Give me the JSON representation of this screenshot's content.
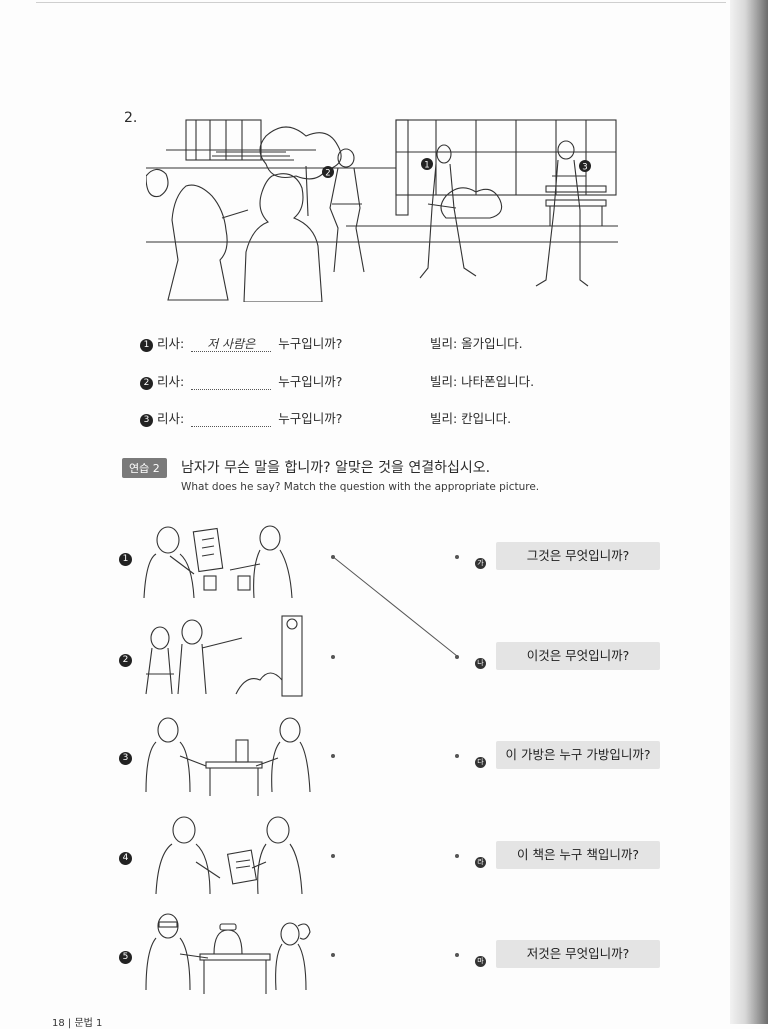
{
  "exercise_number": "2.",
  "dialogue": [
    {
      "num": "1",
      "speaker": "리사:",
      "blank": "저 사람은",
      "question": "누구입니까?",
      "answer": "빌리: 올가입니다."
    },
    {
      "num": "2",
      "speaker": "리사:",
      "blank": "",
      "question": "누구입니까?",
      "answer": "빌리: 나타폰입니다."
    },
    {
      "num": "3",
      "speaker": "리사:",
      "blank": "",
      "question": "누구입니까?",
      "answer": "빌리: 칸입니다."
    }
  ],
  "practice": {
    "tag": "연습 2",
    "title_ko": "남자가 무슨 말을 합니까? 알맞은 것을 연결하십시오.",
    "title_en": "What does he say? Match the question with the appropriate picture."
  },
  "rows": [
    {
      "num": "1",
      "label": "가",
      "answer": "그것은 무엇입니까?"
    },
    {
      "num": "2",
      "label": "나",
      "answer": "이것은 무엇입니까?"
    },
    {
      "num": "3",
      "label": "다",
      "answer": "이 가방은 누구 가방입니까?"
    },
    {
      "num": "4",
      "label": "라",
      "answer": "이 책은 누구 책입니까?"
    },
    {
      "num": "5",
      "label": "마",
      "answer": "저것은 무엇입니까?"
    }
  ],
  "scene_markers": [
    "1",
    "2",
    "3"
  ],
  "footer": "18 | 문법 1"
}
